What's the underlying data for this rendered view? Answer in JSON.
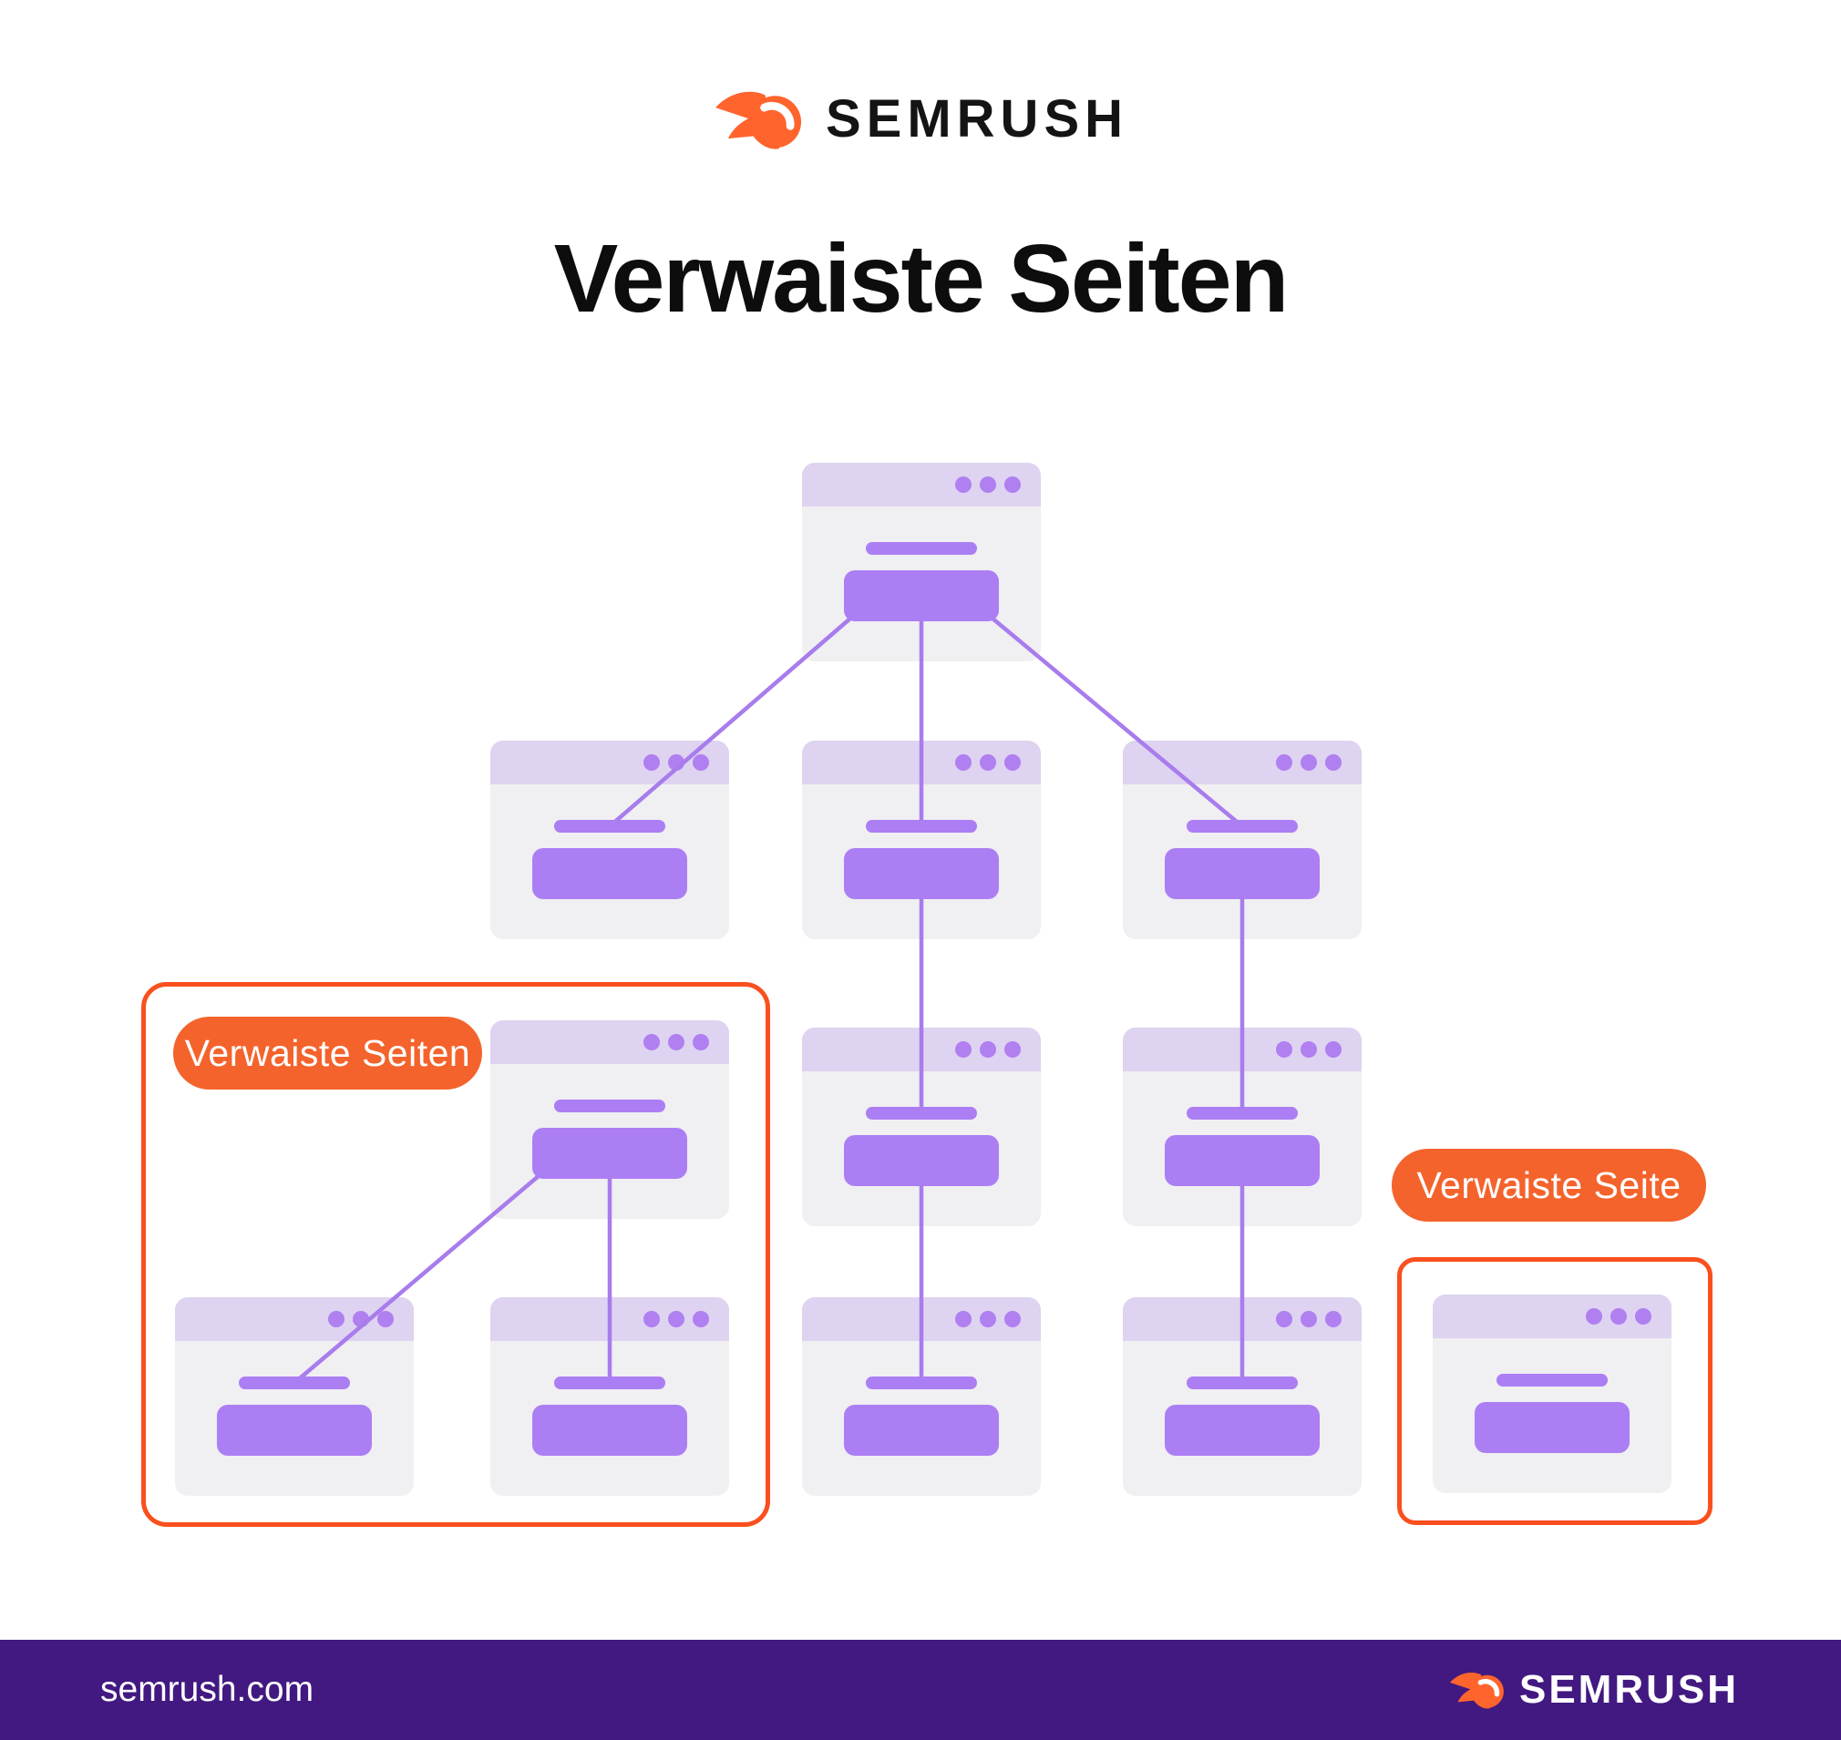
{
  "header": {
    "brand": "SEMRUSH",
    "title": "Verwaiste Seiten"
  },
  "badges": {
    "left_label": "Verwaiste Seiten",
    "right_label": "Verwaiste Seite"
  },
  "footer": {
    "site": "semrush.com",
    "brand": "SEMRUSH"
  },
  "colors": {
    "accent_purple": "#AC7EF4",
    "dot_purple": "#B07FF0",
    "line_purple": "#A87CEC",
    "card_body": "#F0EFF2",
    "card_header": "#DED3F0",
    "badge_orange": "#F4632C",
    "outline_orange": "#FA4F1E",
    "footer_purple": "#421981",
    "brand_orange": "#FF642D",
    "title_black": "#0D0D0D"
  },
  "diagram": {
    "type": "site-structure-tree",
    "nodes": [
      {
        "id": "home",
        "row": "1",
        "col": "c"
      },
      {
        "id": "l2-left",
        "row": "2",
        "col": "b"
      },
      {
        "id": "l2-mid",
        "row": "2",
        "col": "c"
      },
      {
        "id": "l2-right",
        "row": "2",
        "col": "d"
      },
      {
        "id": "l3-mid",
        "row": "3",
        "col": "c"
      },
      {
        "id": "l3-right",
        "row": "3",
        "col": "d"
      },
      {
        "id": "l4-mid",
        "row": "4",
        "col": "c"
      },
      {
        "id": "l4-right",
        "row": "4",
        "col": "d"
      },
      {
        "id": "orphan-parent",
        "row": "3b",
        "col": "b"
      },
      {
        "id": "orphan-child-left",
        "row": "4",
        "col": "a"
      },
      {
        "id": "orphan-child-right",
        "row": "4",
        "col": "b"
      },
      {
        "id": "orphan-single",
        "row": "single",
        "col": "e"
      }
    ],
    "links": [
      {
        "from": "home",
        "anchor": "left",
        "to": "l2-left"
      },
      {
        "from": "home",
        "anchor": "center",
        "to": "l2-mid"
      },
      {
        "from": "home",
        "anchor": "right",
        "to": "l2-right"
      },
      {
        "from": "l2-mid",
        "anchor": "center",
        "to": "l3-mid"
      },
      {
        "from": "l2-right",
        "anchor": "center",
        "to": "l3-right"
      },
      {
        "from": "l3-mid",
        "anchor": "center",
        "to": "l4-mid"
      },
      {
        "from": "l3-right",
        "anchor": "center",
        "to": "l4-right"
      },
      {
        "from": "orphan-parent",
        "anchor": "left",
        "to": "orphan-child-left"
      },
      {
        "from": "orphan-parent",
        "anchor": "center",
        "to": "orphan-child-right"
      }
    ],
    "groups": [
      {
        "id": "orphan-pages-group",
        "label": "Verwaiste Seiten",
        "nodes": [
          "orphan-parent",
          "orphan-child-left",
          "orphan-child-right"
        ]
      },
      {
        "id": "orphan-page-group",
        "label": "Verwaiste Seite",
        "nodes": [
          "orphan-single"
        ]
      }
    ]
  }
}
